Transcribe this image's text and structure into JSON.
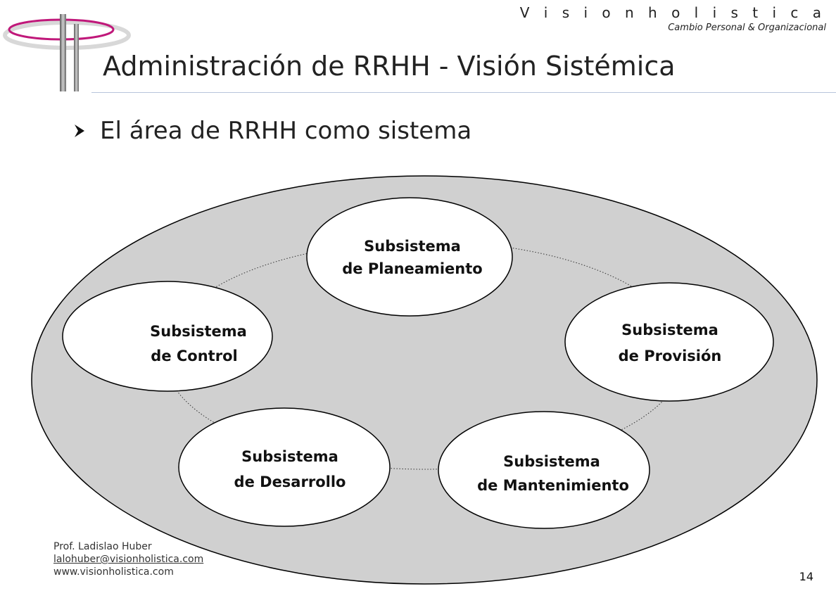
{
  "header": {
    "brand_name": "V i s i o n h o l i s t i c a",
    "brand_tagline": "Cambio Personal & Organizacional"
  },
  "slide": {
    "title": "Administración de RRHH - Visión Sistémica",
    "bullet": "El área de RRHH como sistema"
  },
  "diagram": {
    "nodes": {
      "planeamiento": [
        "Subsistema",
        "de Planeamiento"
      ],
      "provision": [
        "Subsistema",
        "de Provisión"
      ],
      "mantenimiento": [
        "Subsistema",
        "de Mantenimiento"
      ],
      "desarrollo": [
        "Subsistema",
        "de Desarrollo"
      ],
      "control": [
        "Subsistema",
        "de Control"
      ]
    },
    "colors": {
      "outer_fill": "#d0d0d0",
      "node_fill": "#ffffff",
      "stroke": "#000000"
    }
  },
  "footer": {
    "author": "Prof. Ladislao Huber",
    "email": "lalohuber@visionholistica.com",
    "website": "www.visionholistica.com"
  },
  "page_number": "14",
  "logo": {
    "colors": {
      "ring": "#c0187a",
      "bar": "#808080"
    }
  }
}
